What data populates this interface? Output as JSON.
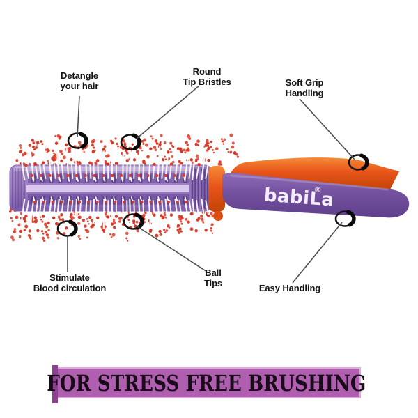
{
  "product": {
    "brand": "babiLa",
    "registered_mark": "®",
    "description": "round hair brush with bristles, orange and purple handle"
  },
  "callouts": [
    {
      "id": "detangle",
      "label": "Detangle\nyour hair"
    },
    {
      "id": "round-tip-bristles",
      "label": "Round\nTip Bristles"
    },
    {
      "id": "soft-grip-handling",
      "label": "Soft Grip\nHandling"
    },
    {
      "id": "stimulate",
      "label": "Stimulate\nBlood circulation"
    },
    {
      "id": "ball-tips",
      "label": "Ball\nTips"
    },
    {
      "id": "easy-handling",
      "label": "Easy Handling"
    }
  ],
  "banner": {
    "text": "FOR STRESS FREE BRUSHING"
  },
  "colors": {
    "barrel_purple": "#9a7cc0",
    "handle_purple": "#74519f",
    "orange": "#e8541a",
    "bristle_tip_red": "#d83a28",
    "bristle_white": "#fafafa",
    "banner_bg": "#b05fb0",
    "banner_edge": "#8c4191",
    "banner_border": "#dca9da",
    "banner_text_color": "#1a0b1a",
    "label_text": "#141414",
    "callout_line_gray": "#4d4d4d",
    "callout_ring_black": "#141414"
  }
}
